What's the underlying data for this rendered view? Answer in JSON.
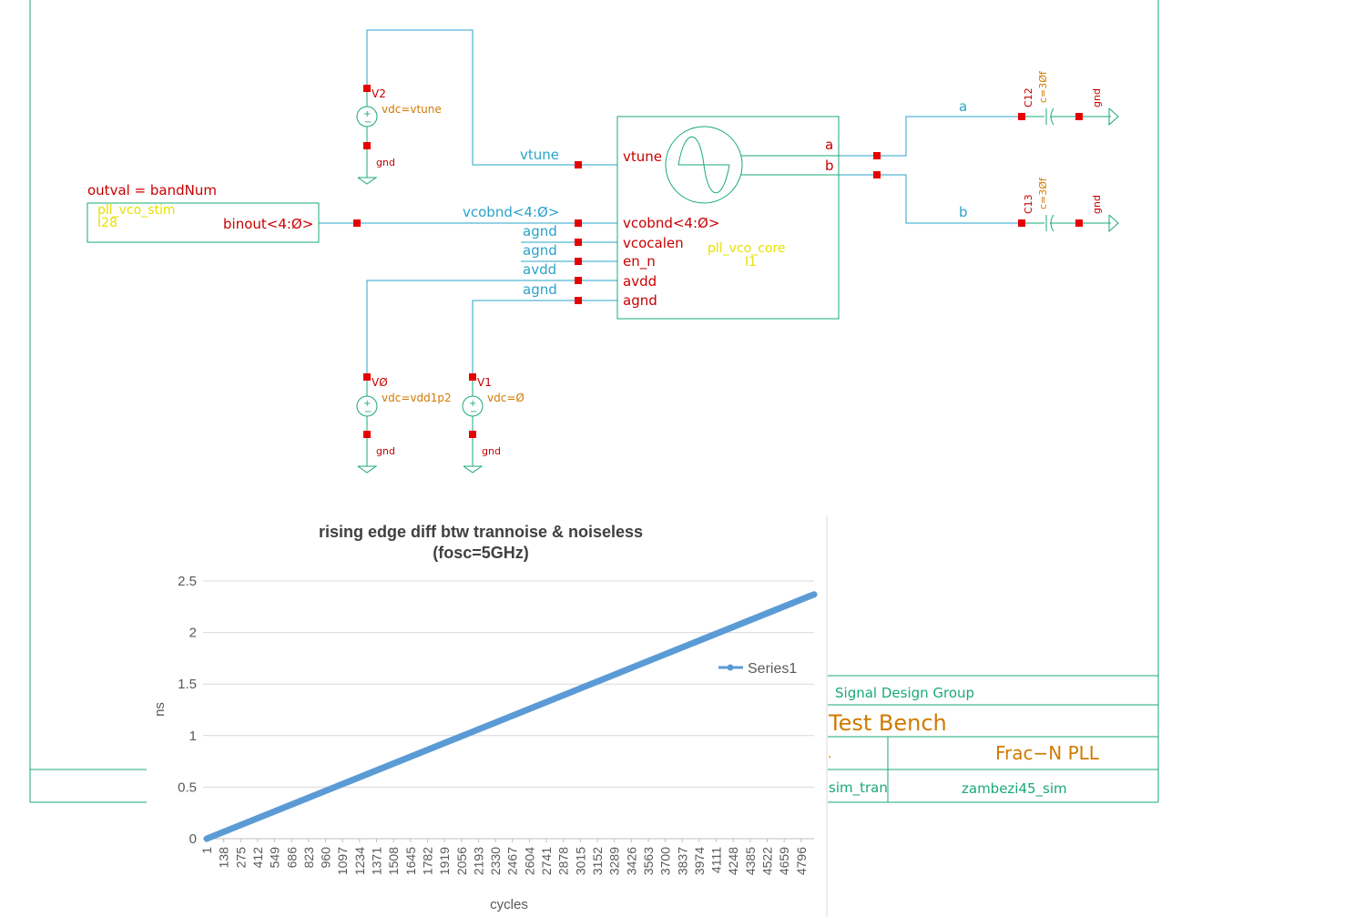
{
  "colors": {
    "wire": "#2aa3c9",
    "component": "#1aa87a",
    "pin_label": "#c80000",
    "net_label": "#2aa3c9",
    "param": "#d07a00",
    "instance": "#e8e000",
    "connector": "#e60000",
    "chart_series": "#5b9bd5"
  },
  "schematic": {
    "v2": {
      "name": "V2",
      "param": "vdc=vtune",
      "gnd": "gnd"
    },
    "v0": {
      "name": "VØ",
      "param": "vdc=vdd1p2",
      "gnd": "gnd"
    },
    "v1": {
      "name": "V1",
      "param": "vdc=Ø",
      "gnd": "gnd"
    },
    "stim": {
      "equation": "outval = bandNum",
      "cell": "pll_vco_stim",
      "instance": "I28",
      "pin": "binout<4:Ø>"
    },
    "core": {
      "cell": "pll_vco_core",
      "instance": "I1",
      "pins": [
        "vtune",
        "vcobnd<4:Ø>",
        "vcocalen",
        "en_n",
        "avdd",
        "agnd"
      ],
      "out_a": "a",
      "out_b": "b"
    },
    "nets": {
      "vtune": "vtune",
      "vcobnd": "vcobnd<4:Ø>",
      "agnd1": "agnd",
      "agnd2": "agnd",
      "avdd": "avdd",
      "agnd3": "agnd",
      "a": "a",
      "b": "b"
    },
    "c12": {
      "name": "C12",
      "param": "c=3Øf",
      "gnd": "gnd"
    },
    "c13": {
      "name": "C13",
      "param": "c=3Øf",
      "gnd": "gnd"
    },
    "title_block": {
      "group": "Signal Design Group",
      "title": "Test Bench",
      "left_frag": ".",
      "project": "Frac−N PLL",
      "cell": "sim_tran",
      "library": "zambezi45_sim"
    }
  },
  "chart_data": {
    "type": "line",
    "title": "rising edge  diff btw trannoise & noiseless (fosc=5GHz)",
    "title_lines": [
      "rising edge  diff btw trannoise & noiseless",
      "(fosc=5GHz)"
    ],
    "xlabel": "cycles",
    "ylabel": "ns",
    "ylim": [
      0,
      2.5
    ],
    "yticks": [
      "0",
      "0.5",
      "1",
      "1.5",
      "2",
      "2.5"
    ],
    "categories": [
      "1",
      "138",
      "275",
      "412",
      "549",
      "686",
      "823",
      "960",
      "1097",
      "1234",
      "1371",
      "1508",
      "1645",
      "1782",
      "1919",
      "2056",
      "2193",
      "2330",
      "2467",
      "2604",
      "2741",
      "2878",
      "3015",
      "3152",
      "3289",
      "3426",
      "3563",
      "3700",
      "3837",
      "3974",
      "4111",
      "4248",
      "4385",
      "4522",
      "4659",
      "4796"
    ],
    "series": [
      {
        "name": "Series1",
        "x": [
          1,
          4900
        ],
        "values": [
          0,
          2.37
        ]
      }
    ],
    "legend": "right",
    "grid": true
  }
}
